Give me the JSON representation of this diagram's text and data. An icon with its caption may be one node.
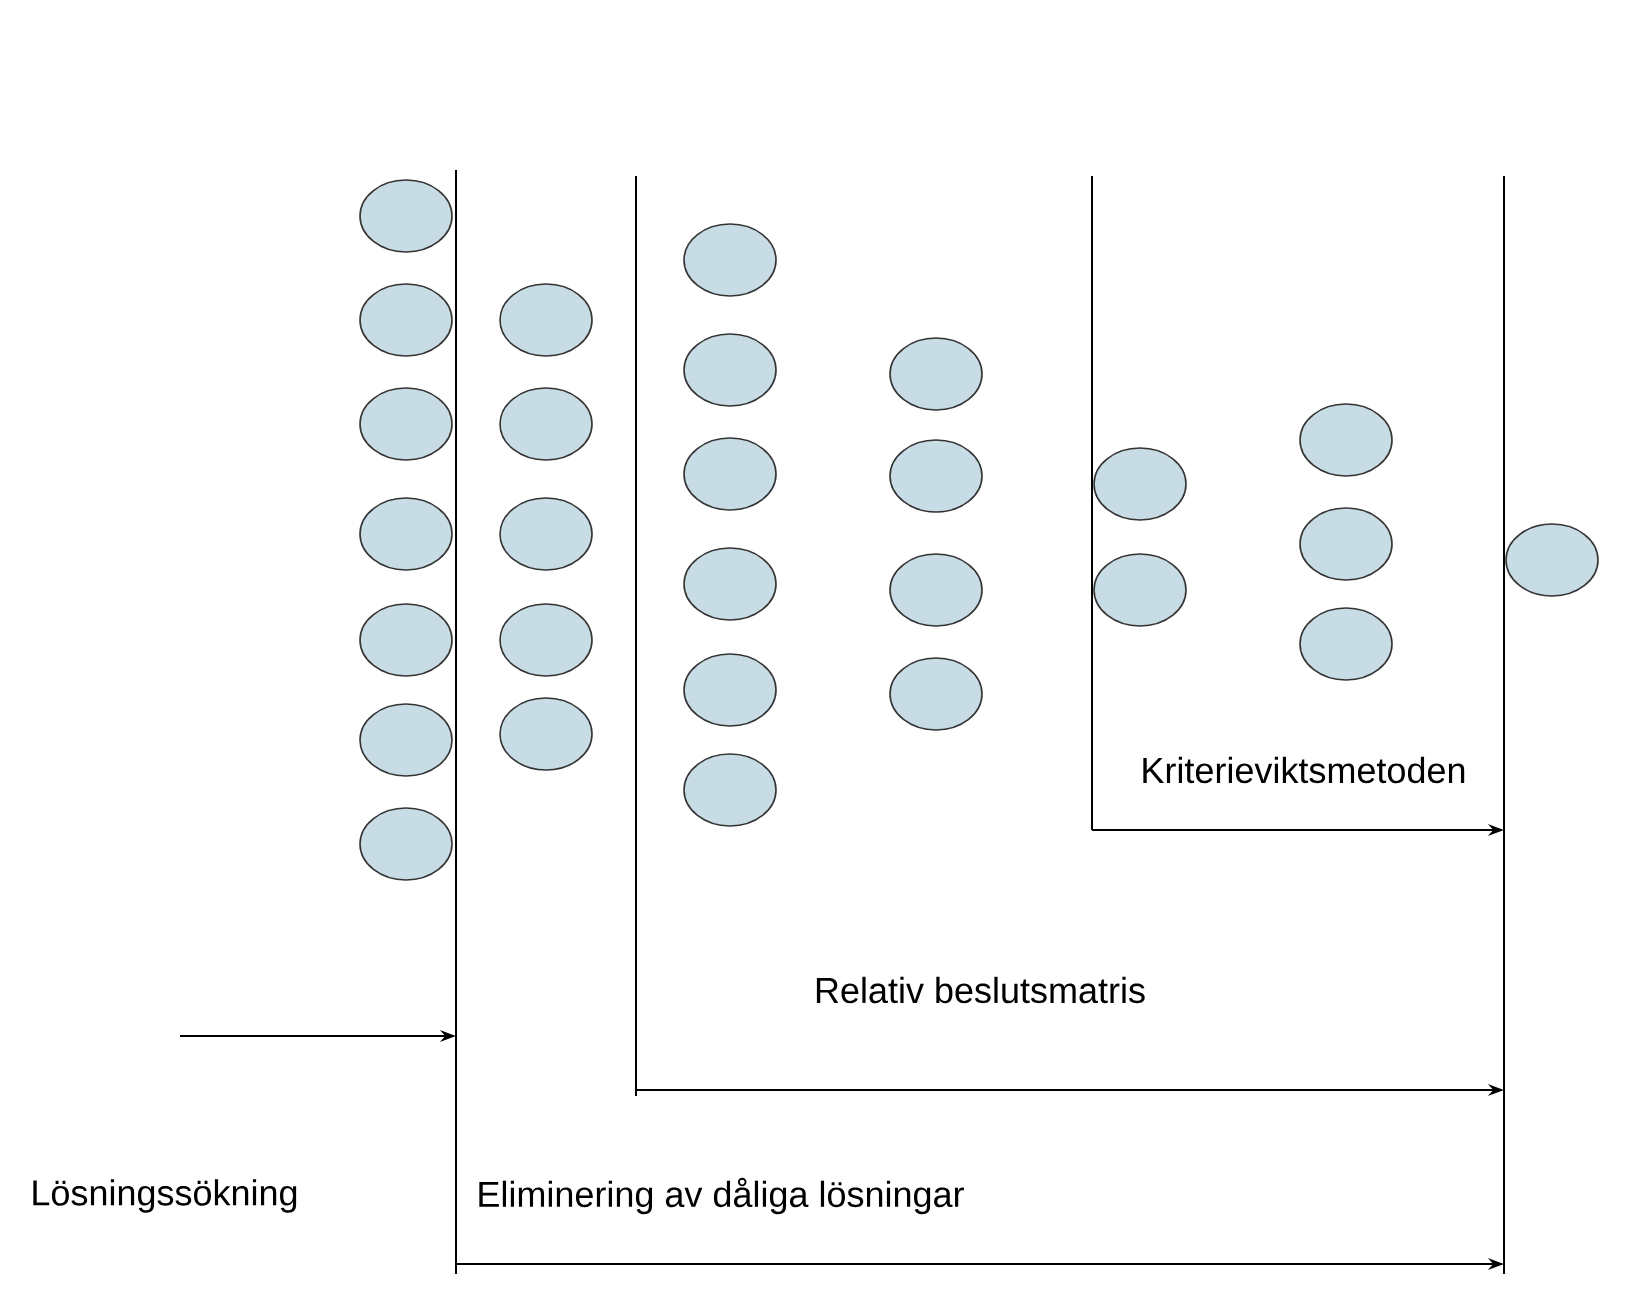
{
  "diagram": {
    "nodes": [
      {
        "text": [],
        "shape": "circle"
      },
      {
        "text": [],
        "shape": "circle"
      },
      {
        "text": [],
        "shape": "circle"
      },
      {
        "text": [],
        "shape": "circle"
      },
      {
        "text": [],
        "shape": "circle"
      },
      {
        "text": [],
        "shape": "circle"
      },
      {
        "text": [],
        "shape": "circle"
      },
      {
        "text": [],
        "shape": "circle"
      },
      {
        "text": [],
        "shape": "circle"
      },
      {
        "text": [],
        "shape": "circle"
      },
      {
        "text": [],
        "shape": "circle"
      },
      {
        "text": [],
        "shape": "circle"
      },
      {
        "text": [],
        "shape": "circle"
      },
      {
        "text": [],
        "shape": "circle"
      },
      {
        "text": [],
        "shape": "circle"
      },
      {
        "text": [],
        "shape": "circle"
      },
      {
        "text": [],
        "shape": "circle"
      },
      {
        "text": [],
        "shape": "circle"
      },
      {
        "text": [],
        "shape": "circle"
      },
      {
        "text": [],
        "shape": "circle"
      },
      {
        "text": [],
        "shape": "circle"
      },
      {
        "text": [],
        "shape": "circle"
      },
      {
        "text": [],
        "shape": "circle"
      },
      {
        "text": [],
        "shape": "circle"
      },
      {
        "text": [],
        "shape": "circle"
      },
      {
        "text": [],
        "shape": "circle"
      },
      {
        "text": [],
        "shape": "circle"
      },
      {
        "text": [],
        "shape": "circle"
      }
    ],
    "labels": [
      "Kriterieviktsmetoden",
      "Relativ beslutsmatris",
      "Lösningssökning",
      "Eliminering av dåliga lösningar"
    ]
  }
}
